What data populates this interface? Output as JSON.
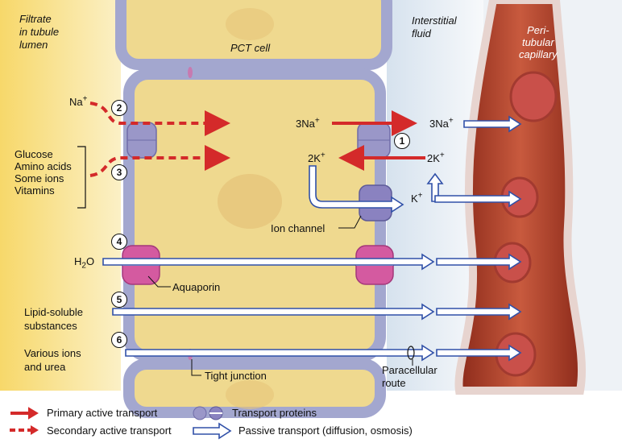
{
  "regions": {
    "lumen": [
      "Filtrate",
      "in tubule",
      "lumen"
    ],
    "cell": "PCT cell",
    "interstitial": [
      "Interstitial",
      "fluid"
    ],
    "capillary": [
      "Peri-",
      "tubular",
      "capillary"
    ]
  },
  "steps": {
    "s1": "1",
    "s2": "2",
    "s3": "3",
    "s4": "4",
    "s5": "5",
    "s6": "6"
  },
  "labels": {
    "na": "Na",
    "na_sup": "+",
    "na3_left": "3Na",
    "na3_right": "3Na",
    "k2_left": "2K",
    "k2_right": "2K",
    "k_out": "K",
    "substances": [
      "Glucose",
      "Amino acids",
      "Some ions",
      "Vitamins"
    ],
    "ion_channel": "Ion channel",
    "h2o": "H",
    "h2o_sub": "2",
    "h2o_o": "O",
    "aquaporin": "Aquaporin",
    "lipid": [
      "Lipid-soluble",
      "substances"
    ],
    "ions_urea": [
      "Various ions",
      "and urea"
    ],
    "tight_junction": "Tight junction",
    "paracellular": [
      "Paracellular",
      "route"
    ]
  },
  "legend": {
    "primary": "Primary active transport",
    "secondary": "Secondary active transport",
    "proteins": "Transport proteins",
    "passive": "Passive transport (diffusion, osmosis)"
  },
  "colors": {
    "lumen": "#f5d76e",
    "cell": "#efd98f",
    "cell_border": "#9a9fc8",
    "interstitial": "#e8eef4",
    "capillary": "#b5442c",
    "primary_arrow": "#d42a2a",
    "passive_arrow": "#3050a8",
    "pump": "#9a97c8",
    "aquaporin": "#d45aa0"
  }
}
